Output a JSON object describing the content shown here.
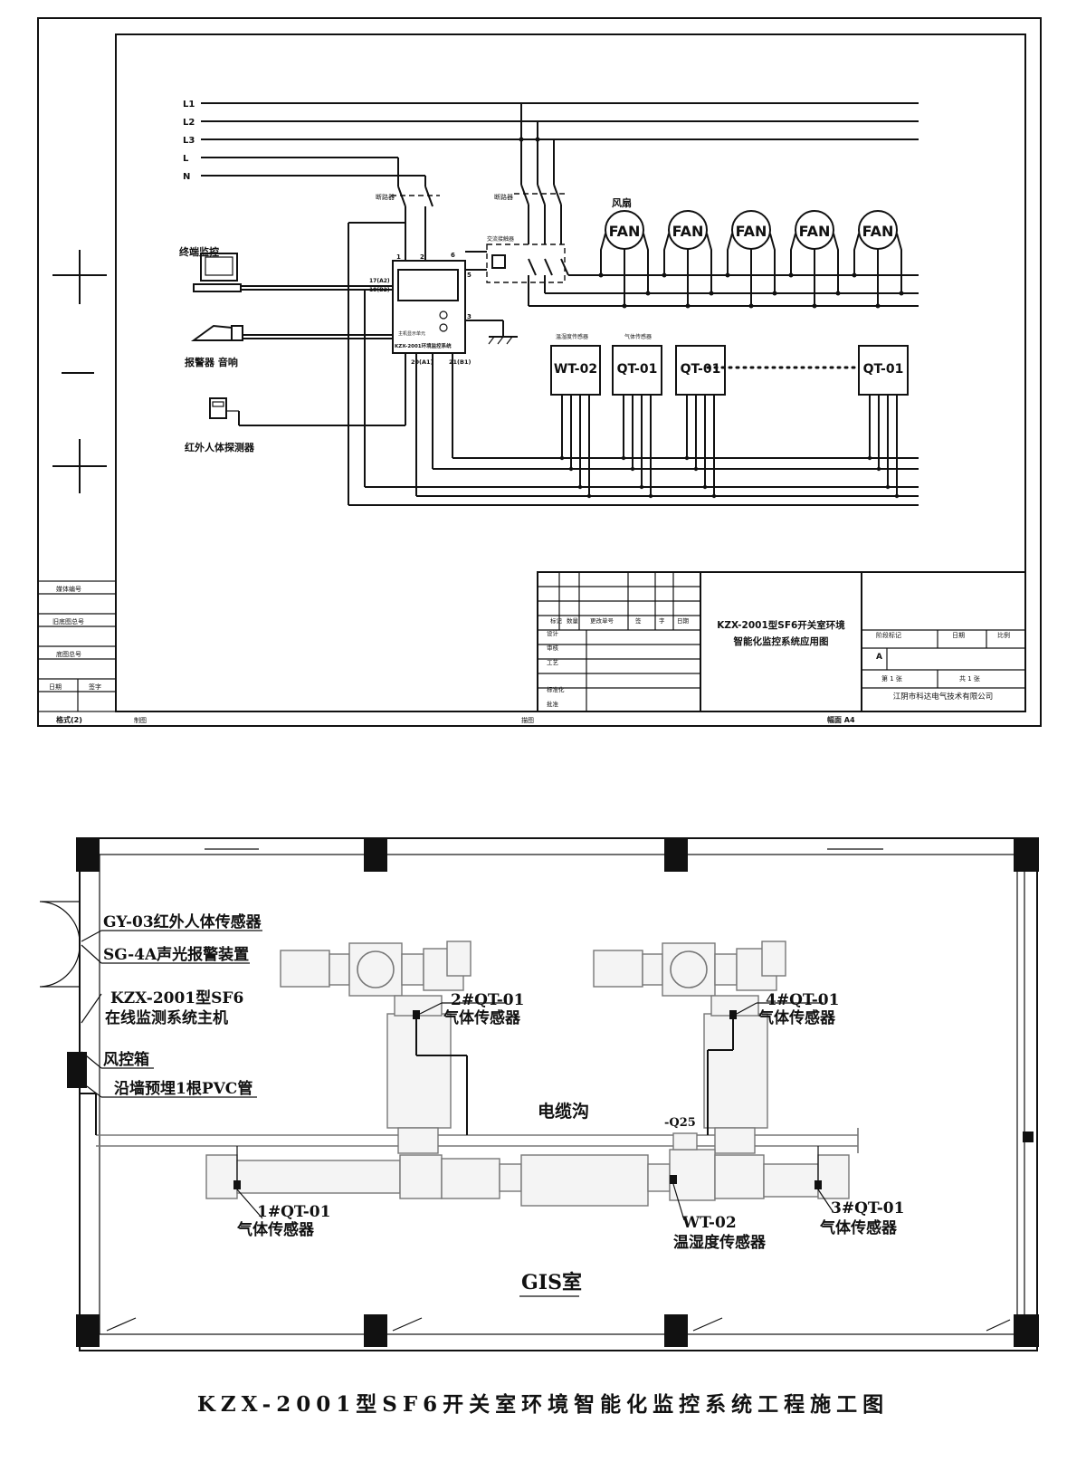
{
  "schematic": {
    "buses": [
      "L1",
      "L2",
      "L3",
      "L",
      "N"
    ],
    "breaker_label": "断路器",
    "breaker_label_2": "断路器",
    "contactor_label": "交流接触器",
    "fan_group_label": "风扇",
    "fan_label": "FAN",
    "terminal_label": "终端监控",
    "alarm_label": "报警器 音响",
    "pir_label": "红外人体探测器",
    "controller": {
      "unit_label": "主机显示单元",
      "model_label": "KZX-2001环境监控系统",
      "terminals": [
        "1",
        "2",
        "17(A2)",
        "18(B2)",
        "6",
        "5",
        "3",
        "20(A1)",
        "21(B1)"
      ]
    },
    "sensor_group_labels": [
      "温湿度传感器",
      "气体传感器"
    ],
    "sensors": [
      "WT-02",
      "QT-01",
      "QT-01",
      "QT-01"
    ]
  },
  "left_margin_table": [
    "媒体编号",
    "旧底图总号",
    "底图总号",
    "日期",
    "签字"
  ],
  "title_block": {
    "header_cols": [
      "标记",
      "数量",
      "更改单号",
      "签",
      "字",
      "日期"
    ],
    "role_rows": [
      "设计",
      "审核",
      "工艺",
      "标准化",
      "批准"
    ],
    "drawing_title_line1": "KZX-2001型SF6开关室环境",
    "drawing_title_line2": "智能化监控系统应用图",
    "stage_headers": [
      "阶段标记",
      "日期",
      "比例"
    ],
    "stage_value": "A",
    "sheet_info": [
      "第 1 张",
      "共 1 张"
    ],
    "company": "江阴市科达电气技术有限公司"
  },
  "bottom_strip": {
    "item1": "格式(2)",
    "item2": "制图",
    "item3": "描图",
    "item4": "幅面 A4"
  },
  "floorplan": {
    "labels": {
      "pir": "GY-03红外人体传感器",
      "alarm": "SG-4A声光报警装置",
      "host_line1": "KZX-2001型SF6",
      "host_line2": "在线监测系统主机",
      "fan_box": "风控箱",
      "pvc": "沿墙预埋1根PVC管",
      "cable_trench": "电缆沟",
      "breaker_tag": "-Q25",
      "room": "GIS室"
    },
    "sensors": [
      {
        "id": "1#QT-01",
        "desc": "气体传感器"
      },
      {
        "id": "2#QT-01",
        "desc": "气体传感器"
      },
      {
        "id": "3#QT-01",
        "desc": "气体传感器"
      },
      {
        "id": "4#QT-01",
        "desc": "气体传感器"
      },
      {
        "id": "WT-02",
        "desc": "温湿度传感器"
      }
    ]
  },
  "page_title": "KZX-2001型SF6开关室环境智能化监控系统工程施工图"
}
